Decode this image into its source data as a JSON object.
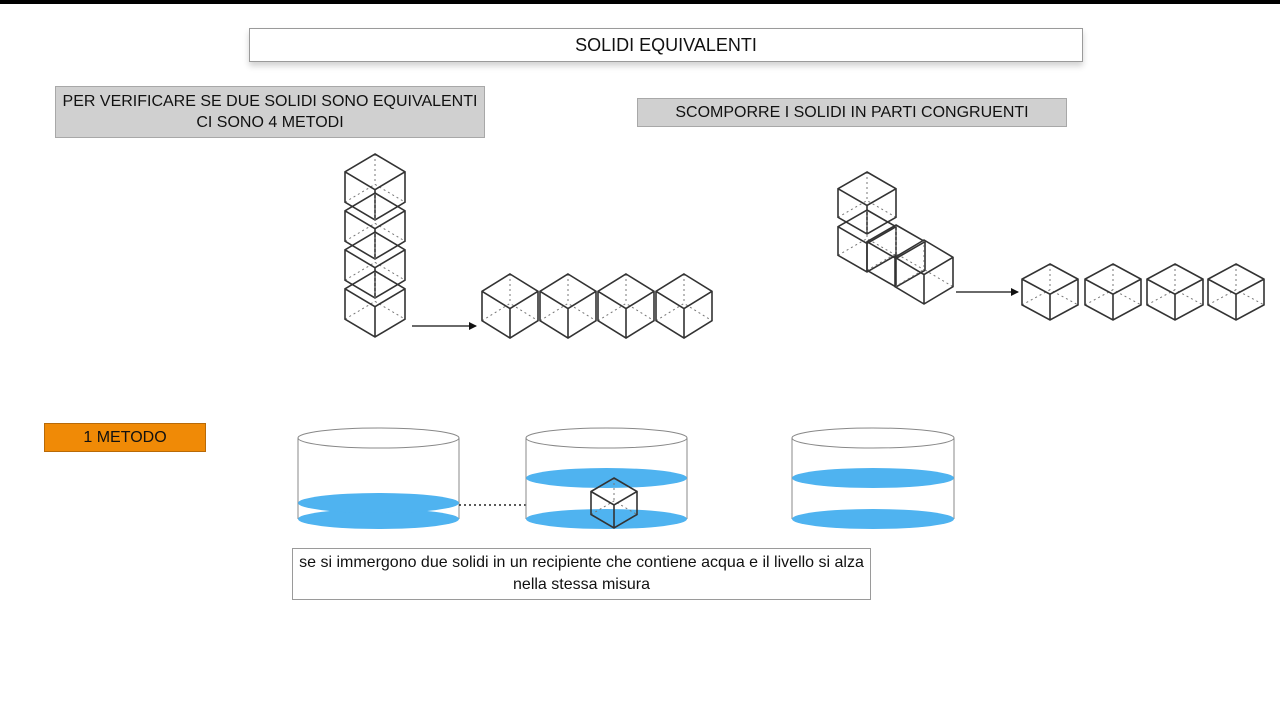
{
  "slide": {
    "title": "SOLIDI EQUIVALENTI",
    "intro": "PER VERIFICARE SE DUE SOLIDI SONO EQUIVALENTI CI SONO 4 METODI",
    "decomposition_label": "SCOMPORRE I SOLIDI IN PARTI CONGRUENTI",
    "method_label": "1 METODO",
    "caption": "se si immergono due solidi in un recipiente che contiene acqua e il livello si alza nella stessa misura"
  },
  "colors": {
    "water": "#4fb3f0",
    "method_badge": "#f08a06",
    "label_background": "#d0d0d0"
  }
}
